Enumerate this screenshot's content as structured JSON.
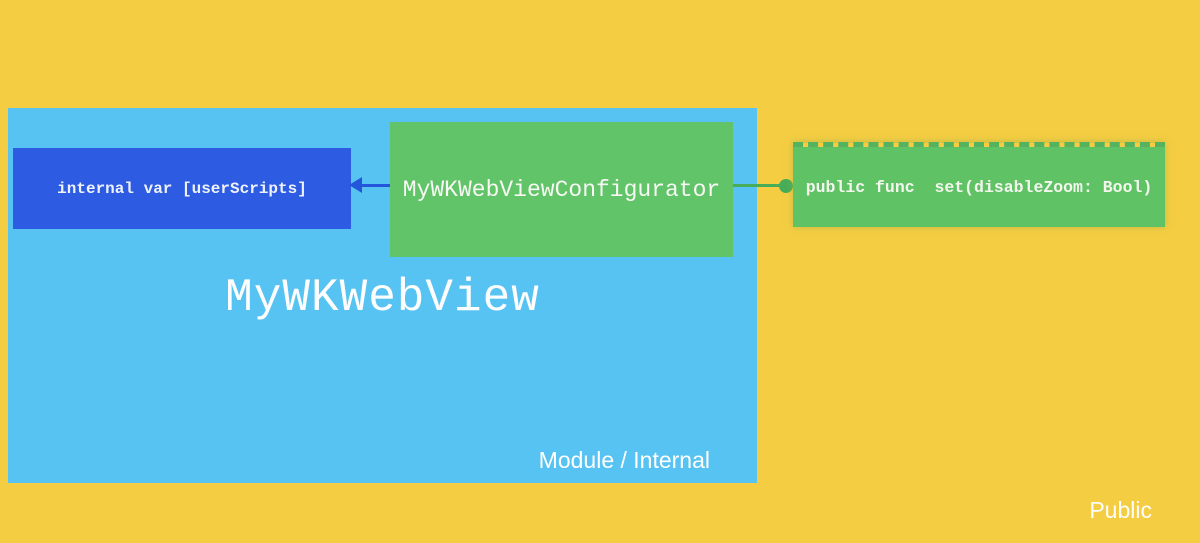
{
  "scopes": {
    "module": {
      "label": "Module / Internal"
    },
    "public": {
      "label": "Public"
    }
  },
  "module": {
    "title": "MyWKWebView"
  },
  "nodes": {
    "internal_var": {
      "label": "internal var [userScripts]"
    },
    "configurator": {
      "label": "MyWKWebViewConfigurator"
    },
    "public_func": {
      "label": "public func  set(disableZoom: Bool)"
    }
  },
  "connectors": {
    "configurator_to_internal_var": {
      "type": "arrow-left",
      "color": "#2356db"
    },
    "configurator_to_public_func": {
      "type": "line-dot",
      "color": "#47ad58"
    }
  },
  "colors": {
    "public_background": "#f5cd43",
    "module_fill": "#57c3f2",
    "internal_var_fill": "#2d5ce2",
    "configurator_fill": "#61c468",
    "public_func_fill": "#5fc366",
    "text": "#ffffff"
  }
}
